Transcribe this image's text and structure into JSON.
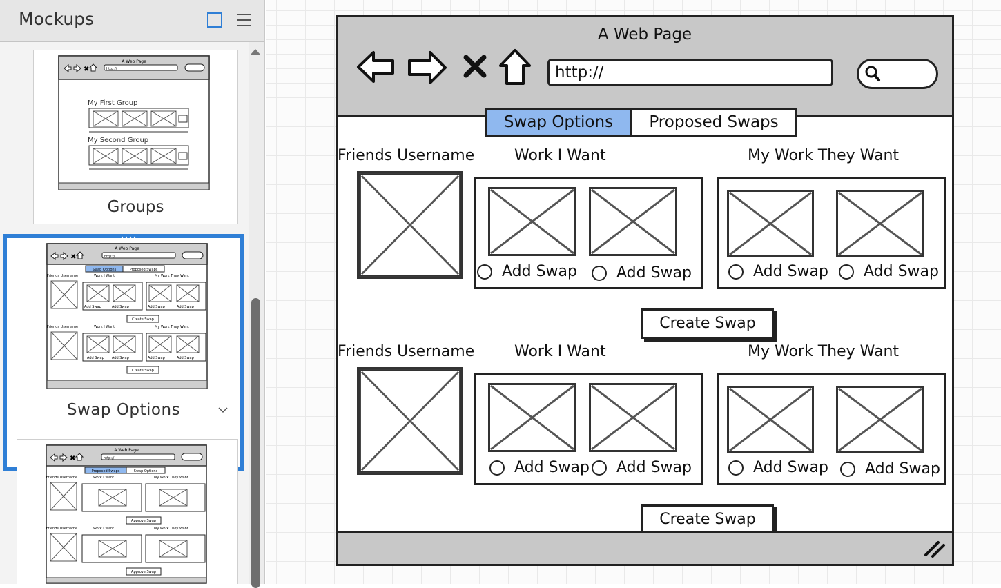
{
  "sidebar": {
    "title": "Mockups",
    "items": [
      {
        "caption": "Groups",
        "thumb": {
          "page_title": "A Web Page",
          "url": "http://",
          "group1": "My First Group",
          "group2": "My Second Group"
        }
      },
      {
        "caption": "Swap Options",
        "selected": true,
        "thumb": {
          "page_title": "A Web Page",
          "url": "http://",
          "tab1": "Swap Options",
          "tab2": "Proposed Swaps",
          "col1": "Friends Username",
          "col2": "Work I Want",
          "col3": "My Work They Want",
          "radio": "Add Swap",
          "button": "Create Swap"
        }
      },
      {
        "caption": "",
        "thumb": {
          "page_title": "A Web Page",
          "url": "http://",
          "tab1": "Proposed Swaps",
          "tab2": "Swap Options",
          "col1": "Friends Username",
          "col2": "Work I Want",
          "col3": "My Work They Want",
          "button": "Approve Swap"
        }
      }
    ]
  },
  "mockup": {
    "page_title": "A Web Page",
    "url": "http://",
    "tabs": [
      {
        "label": "Swap Options",
        "active": true
      },
      {
        "label": "Proposed Swaps",
        "active": false
      }
    ],
    "rows": [
      {
        "col1": "Friends Username",
        "col2": "Work I Want",
        "col3": "My Work They Want",
        "radios": [
          "Add Swap",
          "Add Swap",
          "Add Swap",
          "Add Swap"
        ],
        "button": "Create Swap"
      },
      {
        "col1": "Friends Username",
        "col2": "Work I Want",
        "col3": "My Work They Want",
        "radios": [
          "Add Swap",
          "Add Swap",
          "Add Swap",
          "Add Swap"
        ],
        "button": "Create Swap"
      }
    ]
  },
  "colors": {
    "selection": "#2f7fd6",
    "active_tab": "#8fb8ef",
    "chrome": "#c8c8c8"
  }
}
